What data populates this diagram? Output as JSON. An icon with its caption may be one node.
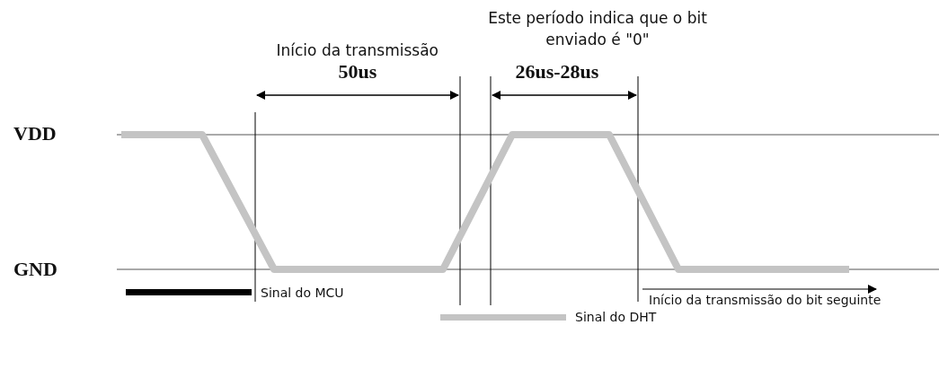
{
  "diagram": {
    "labels": [
      "Este período indica que o bit enviado é \"0\"",
      "Início da transmissão",
      "50us",
      "26us-28us",
      "VDD",
      "GND",
      "Início da transmissão do bit seguinte"
    ],
    "legend": [
      {
        "text": "Sinal do MCU",
        "color": "#000000"
      },
      {
        "text": "Sinal do DHT",
        "color": "#c4c4c4"
      }
    ]
  }
}
